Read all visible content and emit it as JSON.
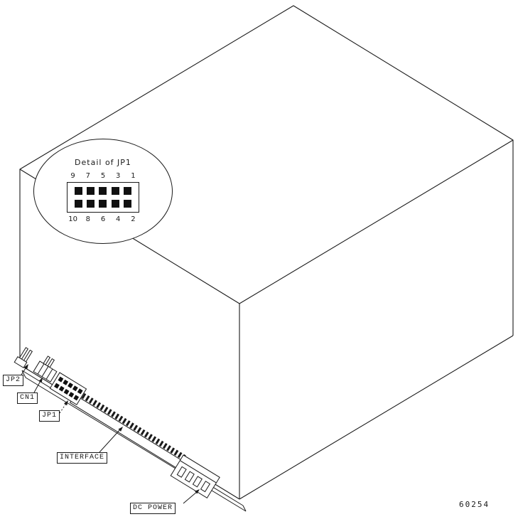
{
  "diagram": {
    "figure_number": "60254",
    "callout": {
      "title": "Detail of JP1",
      "pin_numbers_top": [
        "9",
        "7",
        "5",
        "3",
        "1"
      ],
      "pin_numbers_bottom": [
        "10",
        "8",
        "6",
        "4",
        "2"
      ]
    },
    "labels": {
      "jp2": "JP2",
      "cn1": "CN1",
      "jp1": "JP1",
      "interface": "INTERFACE",
      "dc_power": "DC POWER"
    },
    "colors": {
      "line": "#1a1a1a",
      "background": "#ffffff",
      "pin_fill": "#111111"
    }
  }
}
